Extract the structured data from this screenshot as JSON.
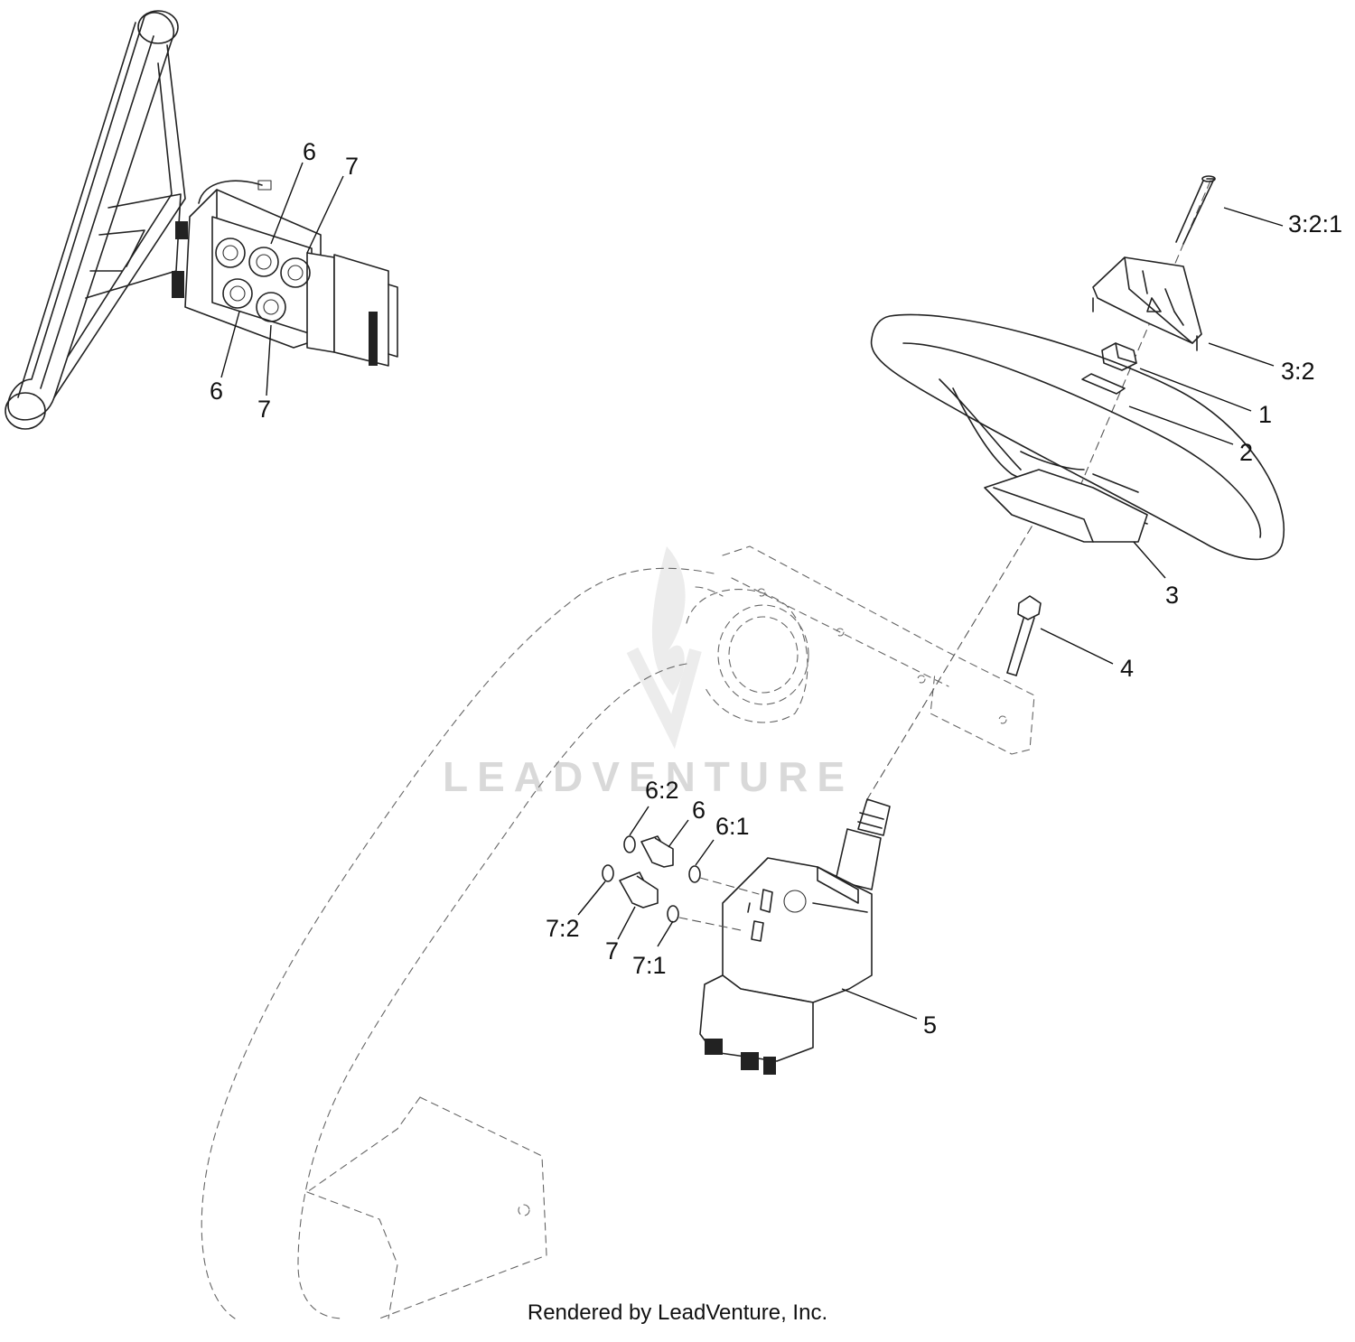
{
  "watermark": {
    "text": "LEADVENTURE"
  },
  "footer": {
    "text": "Rendered by LeadVenture, Inc."
  },
  "callouts": [
    {
      "id": "c-3-2-1",
      "label": "3:2:1"
    },
    {
      "id": "c-3-2",
      "label": "3:2"
    },
    {
      "id": "c-1",
      "label": "1"
    },
    {
      "id": "c-2",
      "label": "2"
    },
    {
      "id": "c-3",
      "label": "3"
    },
    {
      "id": "c-4",
      "label": "4"
    },
    {
      "id": "c-5",
      "label": "5"
    },
    {
      "id": "c-6-2",
      "label": "6:2"
    },
    {
      "id": "c-6-main",
      "label": "6"
    },
    {
      "id": "c-6-1",
      "label": "6:1"
    },
    {
      "id": "c-7-2",
      "label": "7:2"
    },
    {
      "id": "c-7-main",
      "label": "7"
    },
    {
      "id": "c-7-1",
      "label": "7:1"
    },
    {
      "id": "c-inset-6-top",
      "label": "6"
    },
    {
      "id": "c-inset-7-top",
      "label": "7"
    },
    {
      "id": "c-inset-6-bottom",
      "label": "6"
    },
    {
      "id": "c-inset-7-bottom",
      "label": "7"
    }
  ]
}
